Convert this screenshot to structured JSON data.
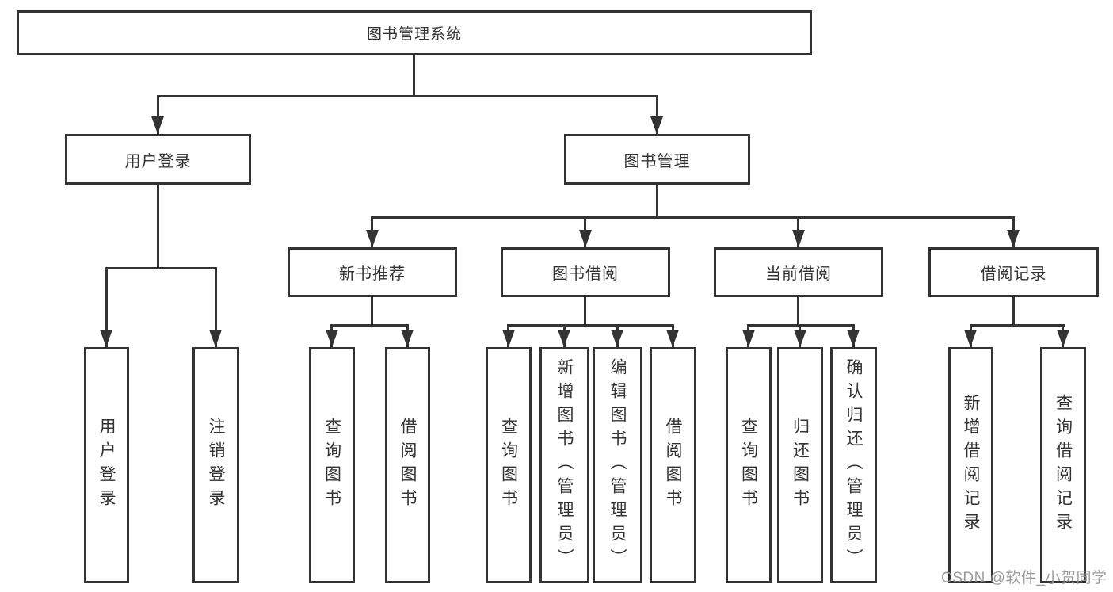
{
  "diagram": {
    "root": {
      "label": "图书管理系统"
    },
    "level2": {
      "user_login": {
        "label": "用户登录"
      },
      "book_mgmt": {
        "label": "图书管理"
      }
    },
    "level3": {
      "new_book_rec": {
        "label": "新书推荐"
      },
      "book_borrow": {
        "label": "图书借阅"
      },
      "current_borrow": {
        "label": "当前借阅"
      },
      "borrow_record": {
        "label": "借阅记录"
      }
    },
    "leaves": {
      "user_login_leaf": {
        "label": "用户登录"
      },
      "logout": {
        "label": "注销登录"
      },
      "rec_query": {
        "label": "查询图书"
      },
      "rec_borrow": {
        "label": "借阅图书"
      },
      "bb_query": {
        "label": "查询图书"
      },
      "bb_add": {
        "label": "新增图书（管理员）"
      },
      "bb_edit": {
        "label": "编辑图书（管理员）"
      },
      "bb_borrow": {
        "label": "借阅图书"
      },
      "cb_query": {
        "label": "查询图书"
      },
      "cb_return": {
        "label": "归还图书"
      },
      "cb_confirm": {
        "label": "确认归还（管理员）"
      },
      "br_add": {
        "label": "新增借阅记录"
      },
      "br_query": {
        "label": "查询借阅记录"
      }
    }
  },
  "watermark": {
    "text": "CSDN @软件_小贺同学"
  },
  "colors": {
    "line": "#333333",
    "text": "#333333",
    "box_background": "#ffffff",
    "page_background": "#ffffff",
    "watermark": "#919191"
  }
}
